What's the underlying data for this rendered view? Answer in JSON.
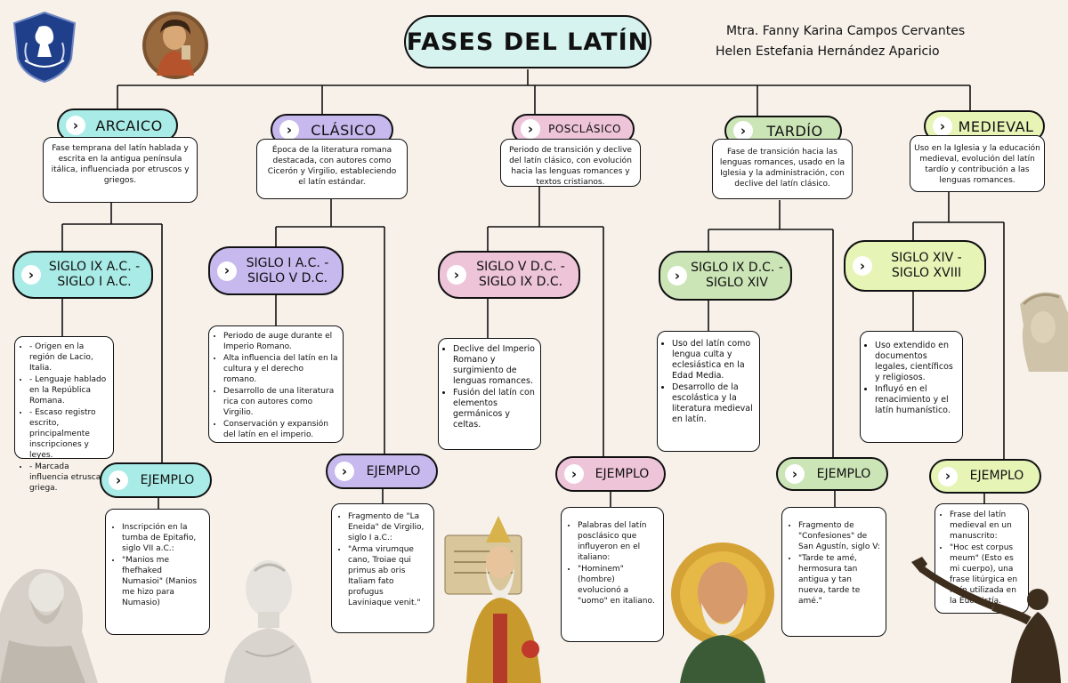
{
  "header": {
    "title": "FASES DEL LATÍN",
    "authors": [
      "Mtra. Fanny Karina Campos Cervantes",
      "Helen Estefania Hernández Aparicio"
    ]
  },
  "colors": {
    "title": "#d7f3ef",
    "arcaico": "#a9ebe6",
    "clasico": "#c7b8ee",
    "posclasico": "#eec4d9",
    "tardio": "#cce5b7",
    "medieval": "#e6f4b6",
    "line": "#111111",
    "background": "#f7f1ea"
  },
  "phases": [
    {
      "name": "ARCAICO",
      "description": "Fase temprana del latín hablada y escrita en la antigua península itálica, influenciada por etruscos y griegos.",
      "period": "SIGLO IX A.C. - SIGLO I A.C.",
      "features": [
        "- Origen en la región de Lacio, Italia.",
        "- Lenguaje hablado en la República Romana.",
        "- Escaso registro escrito, principalmente inscripciones y leyes.",
        "- Marcada influencia etrusca y griega."
      ],
      "example_label": "EJEMPLO",
      "examples": [
        "Inscripción en la tumba de Epitafio, siglo VII a.C.:",
        "\"Manios me fhefhaked Numasioi\" (Manios me hizo para Numasio)"
      ]
    },
    {
      "name": "CLÁSICO",
      "description": "Época de la literatura romana destacada, con autores como Cicerón y Virgilio, estableciendo el latín estándar.",
      "period": "SIGLO I A.C. - SIGLO V D.C.",
      "features": [
        "Periodo de auge durante el Imperio Romano.",
        "Alta influencia del latín en la cultura y el derecho romano.",
        "Desarrollo de una literatura rica con autores como Virgilio.",
        "Conservación y expansión del latín en el imperio."
      ],
      "example_label": "EJEMPLO",
      "examples": [
        "Fragmento de \"La Eneida\" de Virgilio, siglo I a.C.:",
        "\"Arma virumque cano, Troiae qui primus ab oris Italiam fato profugus Laviniaque venit.\""
      ]
    },
    {
      "name": "POSCLÁSICO",
      "description": "Periodo de transición y declive del latín clásico, con evolución hacia las lenguas romances y textos cristianos.",
      "period": "SIGLO V D.C. - SIGLO IX D.C.",
      "features": [
        "Declive del Imperio Romano y surgimiento de lenguas romances.",
        "Fusión del latín con elementos germánicos y celtas."
      ],
      "example_label": "EJEMPLO",
      "examples": [
        "Palabras del latín posclásico que influyeron en el italiano:",
        "\"Hominem\" (hombre) evolucionó a \"uomo\" en italiano."
      ]
    },
    {
      "name": "TARDÍO",
      "description": "Fase de transición hacia las lenguas romances, usado en la Iglesia y la administración, con declive del latín clásico.",
      "period": "SIGLO IX D.C. - SIGLO XIV",
      "features": [
        "Uso del latín como lengua culta y eclesiástica en la Edad Media.",
        "Desarrollo de la escolástica y la literatura medieval en latín."
      ],
      "example_label": "EJEMPLO",
      "examples": [
        "Fragmento de \"Confesiones\" de San Agustín, siglo V:",
        "\"Tarde te amé, hermosura tan antigua y tan nueva, tarde te amé.\""
      ]
    },
    {
      "name": "MEDIEVAL",
      "description": "Uso en la Iglesia y la educación medieval, evolución del latín tardío y contribución a las lenguas romances.",
      "period": "SIGLO XIV - SIGLO XVIII",
      "features": [
        "Uso extendido en documentos legales, científicos y religiosos.",
        "Influyó en el renacimiento y el latín humanístico."
      ],
      "example_label": "EJEMPLO",
      "examples": [
        "Frase del latín medieval en un manuscrito:",
        "\"Hoc est corpus meum\" (Esto es mi cuerpo), una frase litúrgica en latín utilizada en la Eucaristía."
      ]
    }
  ]
}
